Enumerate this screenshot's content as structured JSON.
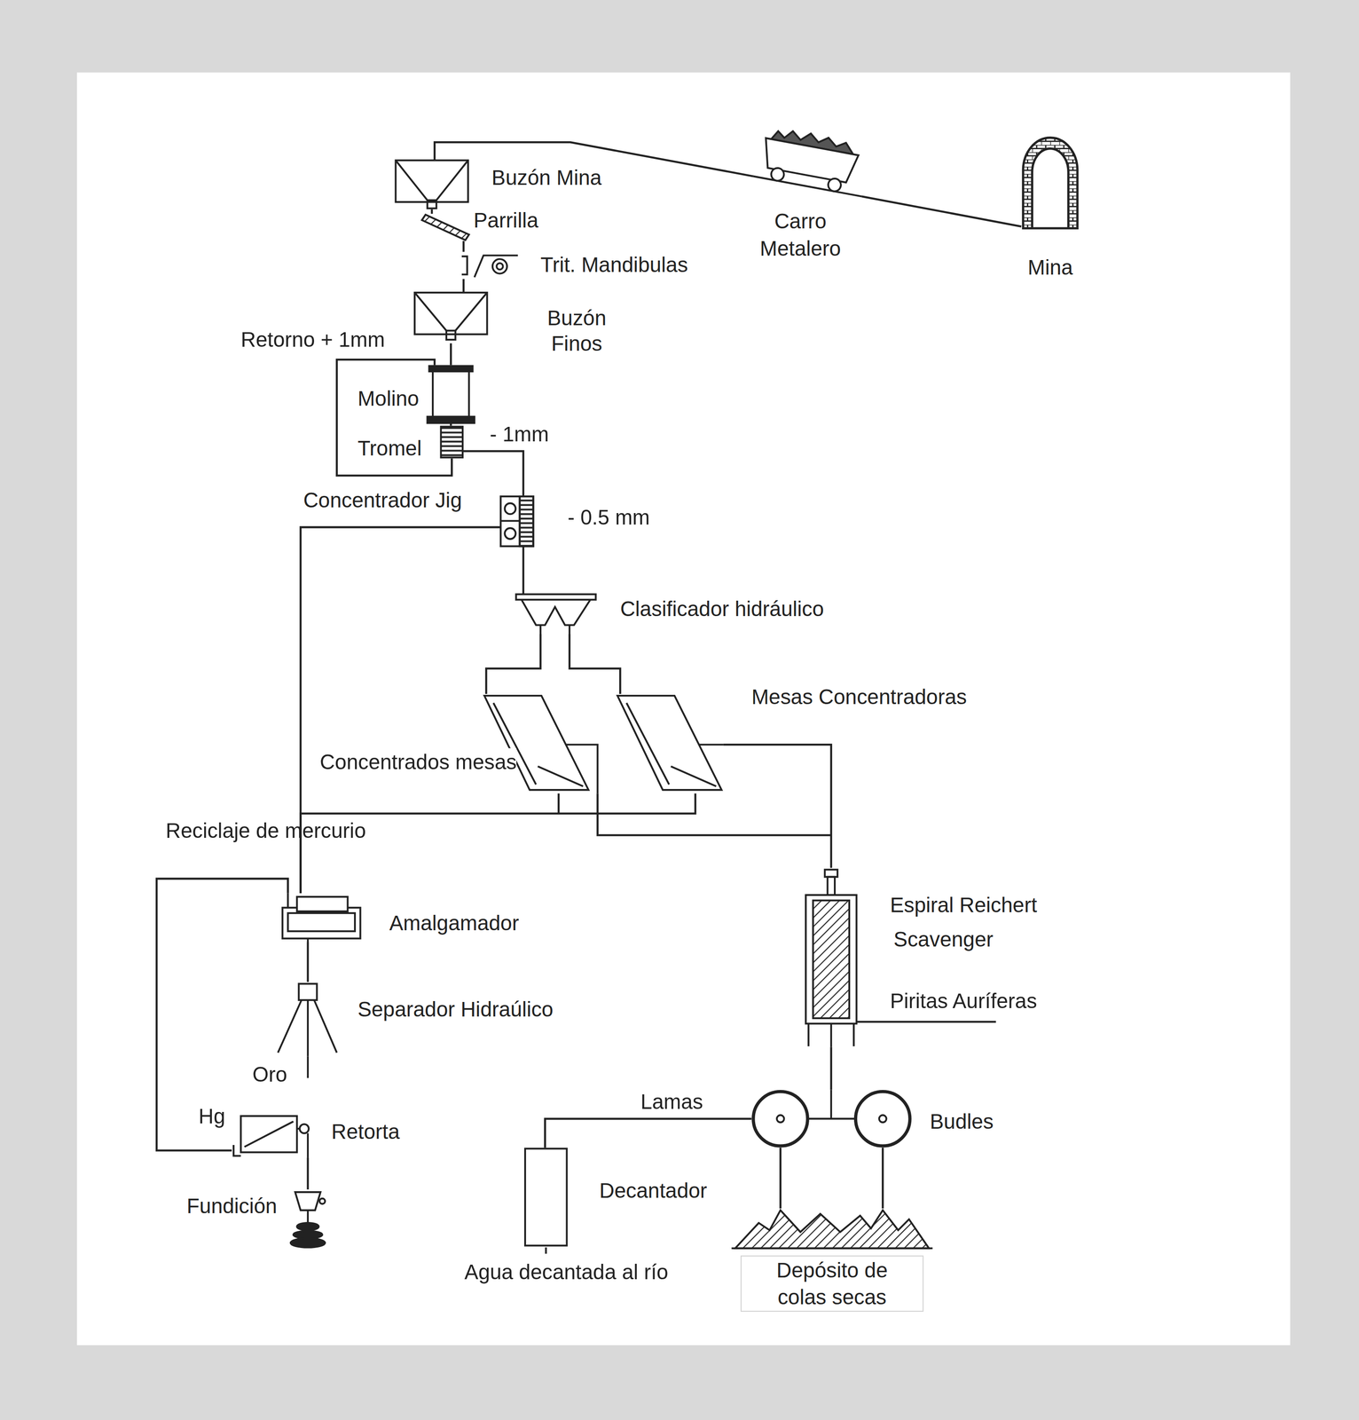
{
  "diagram": {
    "nodes": [
      {
        "text": [
          "Mina"
        ]
      },
      {
        "text": [
          "Carro Metalero"
        ]
      },
      {
        "text": [
          "Buzón Mina"
        ]
      },
      {
        "text": [
          "Parrilla"
        ]
      },
      {
        "text": [
          "Trit. Mandibulas"
        ]
      },
      {
        "text": [
          "Buzón Finos"
        ]
      },
      {
        "text": [
          "Molino"
        ]
      },
      {
        "text": [
          "Tromel"
        ]
      },
      {
        "text": [
          "Concentrador Jig"
        ]
      },
      {
        "text": [
          "Clasificador hidráulico"
        ]
      },
      {
        "text": [
          "Mesas Concentradoras"
        ]
      },
      {
        "text": [
          "Amalgamador"
        ]
      },
      {
        "text": [
          "Separador Hidraúlico"
        ]
      },
      {
        "text": [
          "Retorta"
        ]
      },
      {
        "text": [
          "Fundición"
        ]
      },
      {
        "text": [
          "Espiral Reichert",
          "Scavenger"
        ]
      },
      {
        "text": [
          "Budles"
        ]
      },
      {
        "text": [
          "Decantador"
        ]
      },
      {
        "text": [
          "Depósito de colas secas"
        ]
      }
    ],
    "edges": [
      {
        "from": 0,
        "to": 1,
        "arrow": "none"
      },
      {
        "from": 1,
        "to": 2,
        "arrow": "none"
      },
      {
        "from": 2,
        "to": 3,
        "arrow": "none"
      },
      {
        "from": 3,
        "to": 4,
        "arrow": "none"
      },
      {
        "from": 4,
        "to": 5,
        "arrow": "none"
      },
      {
        "from": 5,
        "to": 6,
        "arrow": "none"
      },
      {
        "from": 6,
        "to": 7,
        "arrow": "none"
      },
      {
        "from": 7,
        "to": 6,
        "label": "Retorno + 1mm",
        "arrow": "none"
      },
      {
        "from": 7,
        "to": 8,
        "label": "- 1mm",
        "arrow": "none"
      },
      {
        "from": 8,
        "to": 9,
        "label": "- 0.5 mm",
        "arrow": "none"
      },
      {
        "from": 8,
        "to": 11,
        "arrow": "none"
      },
      {
        "from": 9,
        "to": 10,
        "arrow": "none"
      },
      {
        "from": 10,
        "to": 11,
        "label": "Concentrados mesas",
        "arrow": "none"
      },
      {
        "from": 10,
        "to": 15,
        "arrow": "none"
      },
      {
        "from": 11,
        "to": 12,
        "arrow": "none"
      },
      {
        "from": 13,
        "to": 11,
        "label": "Reciclaje de mercurio",
        "arrow": "none"
      },
      {
        "from": 13,
        "to": 14,
        "arrow": "none"
      },
      {
        "from": 15,
        "to": 16,
        "arrow": "none"
      },
      {
        "from": 16,
        "to": 17,
        "label": "Lamas",
        "arrow": "none"
      },
      {
        "from": 16,
        "to": 18,
        "arrow": "none"
      }
    ],
    "labels": [
      "Oro",
      "Hg",
      "Piritas Auríferas",
      "Agua decantada al río"
    ]
  }
}
